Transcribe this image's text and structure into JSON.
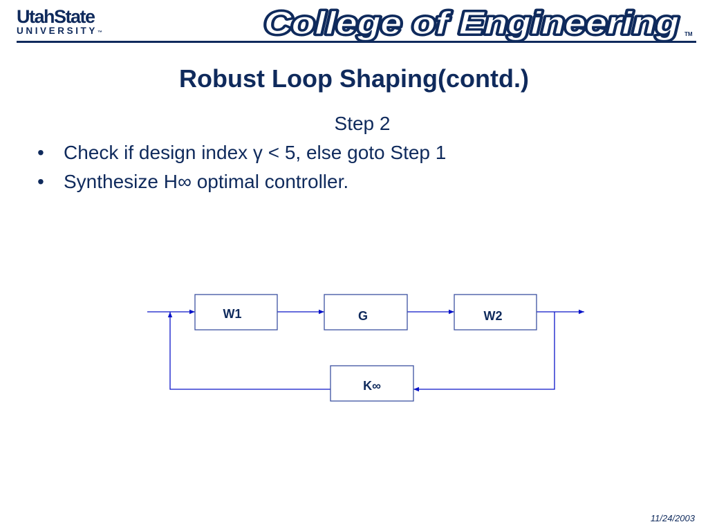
{
  "header": {
    "university_logo": {
      "line1": "UtahState",
      "line2": "UNIVERSITY",
      "trademark": "™"
    },
    "college_logo": {
      "text": "College of Engineering",
      "trademark": "TM"
    }
  },
  "slide": {
    "title": "Robust Loop Shaping(contd.)",
    "step_heading": "Step 2",
    "bullets": [
      "Check if design index γ < 5, else goto Step 1",
      "Synthesize H∞ optimal controller."
    ],
    "bullet_glyph": "•"
  },
  "diagram": {
    "blocks": {
      "w1": "W1",
      "g": "G",
      "w2": "W2",
      "k": "K∞"
    },
    "colors": {
      "arrow": "#0a14c8",
      "box_border": "#3c50a0",
      "label": "#0f2a5c"
    }
  },
  "footer": {
    "date": "11/24/2003"
  }
}
